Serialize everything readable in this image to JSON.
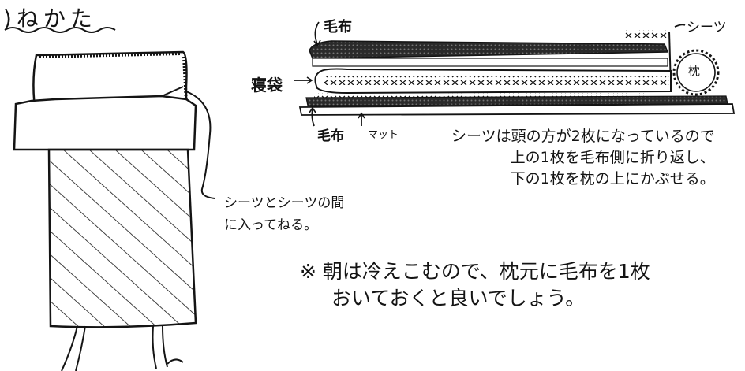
{
  "title": ")ねかた",
  "labels": {
    "blanket_top": "毛布",
    "sheets": "シーツ",
    "sleeping_bag": "寝袋",
    "blanket_bottom": "毛布",
    "mat": "マット",
    "pillow": "枕"
  },
  "notes": {
    "right": [
      "シーツは頭の方が2枚になっているので",
      "上の1枚を毛布側に折り返し、",
      "下の1枚を枕の上にかぶせる。"
    ],
    "left": [
      "シーツとシーツの間",
      "に入ってねる。"
    ],
    "bottom": [
      "※ 朝は冷えこむので、枕元に毛布を1枚",
      "おいておくと良いでしょう。"
    ]
  },
  "colors": {
    "ink": "#141414",
    "paper": "#ffffff"
  }
}
